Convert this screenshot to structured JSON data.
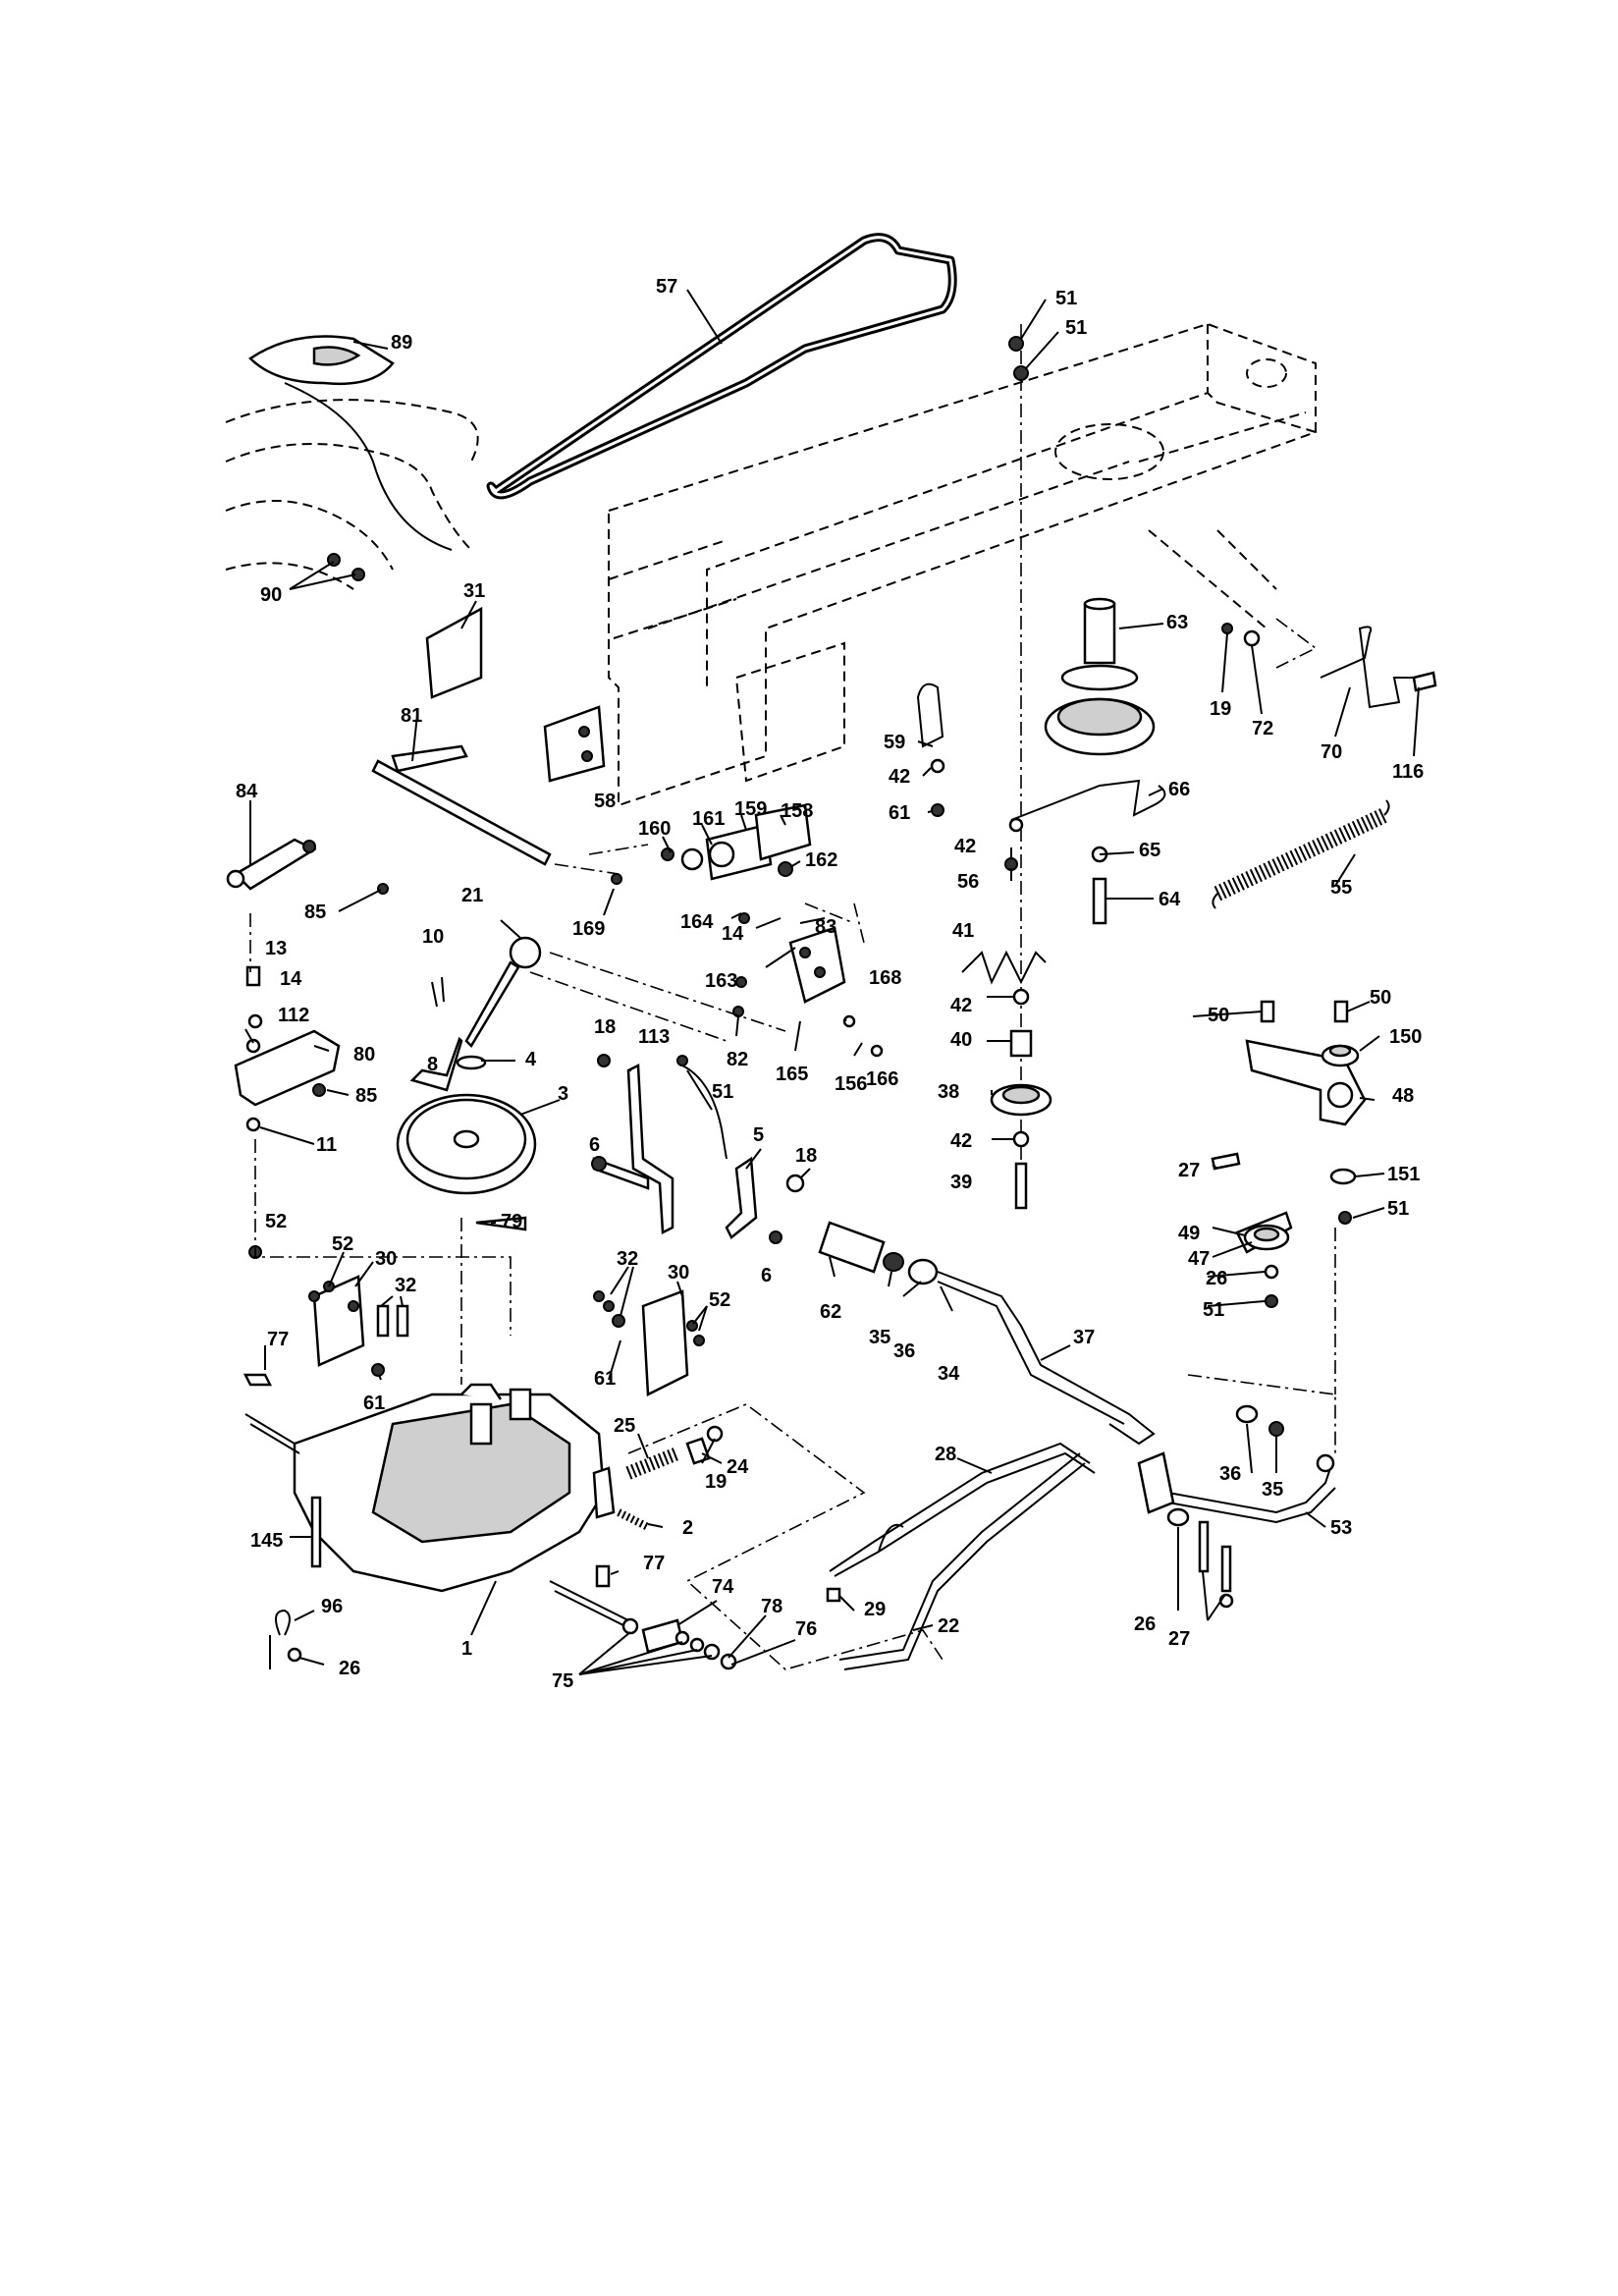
{
  "callouts": [
    {
      "id": "57",
      "text": "57"
    },
    {
      "id": "51a",
      "text": "51"
    },
    {
      "id": "51b",
      "text": "51"
    },
    {
      "id": "89",
      "text": "89"
    },
    {
      "id": "90",
      "text": "90"
    },
    {
      "id": "31",
      "text": "31"
    },
    {
      "id": "63",
      "text": "63"
    },
    {
      "id": "19a",
      "text": "19"
    },
    {
      "id": "72",
      "text": "72"
    },
    {
      "id": "70",
      "text": "70"
    },
    {
      "id": "116",
      "text": "116"
    },
    {
      "id": "59",
      "text": "59"
    },
    {
      "id": "42a",
      "text": "42"
    },
    {
      "id": "61a",
      "text": "61"
    },
    {
      "id": "58",
      "text": "58"
    },
    {
      "id": "81",
      "text": "81"
    },
    {
      "id": "66",
      "text": "66"
    },
    {
      "id": "84",
      "text": "84"
    },
    {
      "id": "160",
      "text": "160"
    },
    {
      "id": "161",
      "text": "161"
    },
    {
      "id": "159",
      "text": "159"
    },
    {
      "id": "158",
      "text": "158"
    },
    {
      "id": "42b",
      "text": "42"
    },
    {
      "id": "65",
      "text": "65"
    },
    {
      "id": "162",
      "text": "162"
    },
    {
      "id": "56",
      "text": "56"
    },
    {
      "id": "55",
      "text": "55"
    },
    {
      "id": "85a",
      "text": "85"
    },
    {
      "id": "21",
      "text": "21"
    },
    {
      "id": "169",
      "text": "169"
    },
    {
      "id": "164",
      "text": "164"
    },
    {
      "id": "14a",
      "text": "14"
    },
    {
      "id": "83",
      "text": "83"
    },
    {
      "id": "64",
      "text": "64"
    },
    {
      "id": "10",
      "text": "10"
    },
    {
      "id": "13",
      "text": "13"
    },
    {
      "id": "163",
      "text": "163"
    },
    {
      "id": "41",
      "text": "41"
    },
    {
      "id": "168",
      "text": "168"
    },
    {
      "id": "14b",
      "text": "14"
    },
    {
      "id": "112",
      "text": "112"
    },
    {
      "id": "8",
      "text": "8"
    },
    {
      "id": "18a",
      "text": "18"
    },
    {
      "id": "113",
      "text": "113"
    },
    {
      "id": "82",
      "text": "82"
    },
    {
      "id": "42c",
      "text": "42"
    },
    {
      "id": "50a",
      "text": "50"
    },
    {
      "id": "50b",
      "text": "50"
    },
    {
      "id": "80",
      "text": "80"
    },
    {
      "id": "4",
      "text": "4"
    },
    {
      "id": "165",
      "text": "165"
    },
    {
      "id": "156",
      "text": "156"
    },
    {
      "id": "166",
      "text": "166"
    },
    {
      "id": "40",
      "text": "40"
    },
    {
      "id": "150",
      "text": "150"
    },
    {
      "id": "85b",
      "text": "85"
    },
    {
      "id": "51c",
      "text": "51"
    },
    {
      "id": "3",
      "text": "3"
    },
    {
      "id": "38",
      "text": "38"
    },
    {
      "id": "48",
      "text": "48"
    },
    {
      "id": "11",
      "text": "11"
    },
    {
      "id": "6a",
      "text": "6"
    },
    {
      "id": "5",
      "text": "5"
    },
    {
      "id": "18b",
      "text": "18"
    },
    {
      "id": "42d",
      "text": "42"
    },
    {
      "id": "27a",
      "text": "27"
    },
    {
      "id": "151",
      "text": "151"
    },
    {
      "id": "39",
      "text": "39"
    },
    {
      "id": "51d",
      "text": "51"
    },
    {
      "id": "52a",
      "text": "52"
    },
    {
      "id": "79",
      "text": "79"
    },
    {
      "id": "49",
      "text": "49"
    },
    {
      "id": "52b",
      "text": "52"
    },
    {
      "id": "30a",
      "text": "30"
    },
    {
      "id": "32a",
      "text": "32"
    },
    {
      "id": "30b",
      "text": "30"
    },
    {
      "id": "47",
      "text": "47"
    },
    {
      "id": "6b",
      "text": "6"
    },
    {
      "id": "26a",
      "text": "26"
    },
    {
      "id": "32b",
      "text": "32"
    },
    {
      "id": "62",
      "text": "62"
    },
    {
      "id": "52c",
      "text": "52"
    },
    {
      "id": "51e",
      "text": "51"
    },
    {
      "id": "35a",
      "text": "35"
    },
    {
      "id": "36a",
      "text": "36"
    },
    {
      "id": "37",
      "text": "37"
    },
    {
      "id": "77a",
      "text": "77"
    },
    {
      "id": "61b",
      "text": "61"
    },
    {
      "id": "34",
      "text": "34"
    },
    {
      "id": "61c",
      "text": "61"
    },
    {
      "id": "25",
      "text": "25"
    },
    {
      "id": "28",
      "text": "28"
    },
    {
      "id": "24",
      "text": "24"
    },
    {
      "id": "19b",
      "text": "19"
    },
    {
      "id": "36b",
      "text": "36"
    },
    {
      "id": "35b",
      "text": "35"
    },
    {
      "id": "2",
      "text": "2"
    },
    {
      "id": "53",
      "text": "53"
    },
    {
      "id": "145",
      "text": "145"
    },
    {
      "id": "77b",
      "text": "77"
    },
    {
      "id": "74",
      "text": "74"
    },
    {
      "id": "29",
      "text": "29"
    },
    {
      "id": "96",
      "text": "96"
    },
    {
      "id": "1",
      "text": "1"
    },
    {
      "id": "22",
      "text": "22"
    },
    {
      "id": "26b",
      "text": "26"
    },
    {
      "id": "27b",
      "text": "27"
    },
    {
      "id": "26c",
      "text": "26"
    },
    {
      "id": "78",
      "text": "78"
    },
    {
      "id": "76",
      "text": "76"
    },
    {
      "id": "75",
      "text": "75"
    }
  ]
}
